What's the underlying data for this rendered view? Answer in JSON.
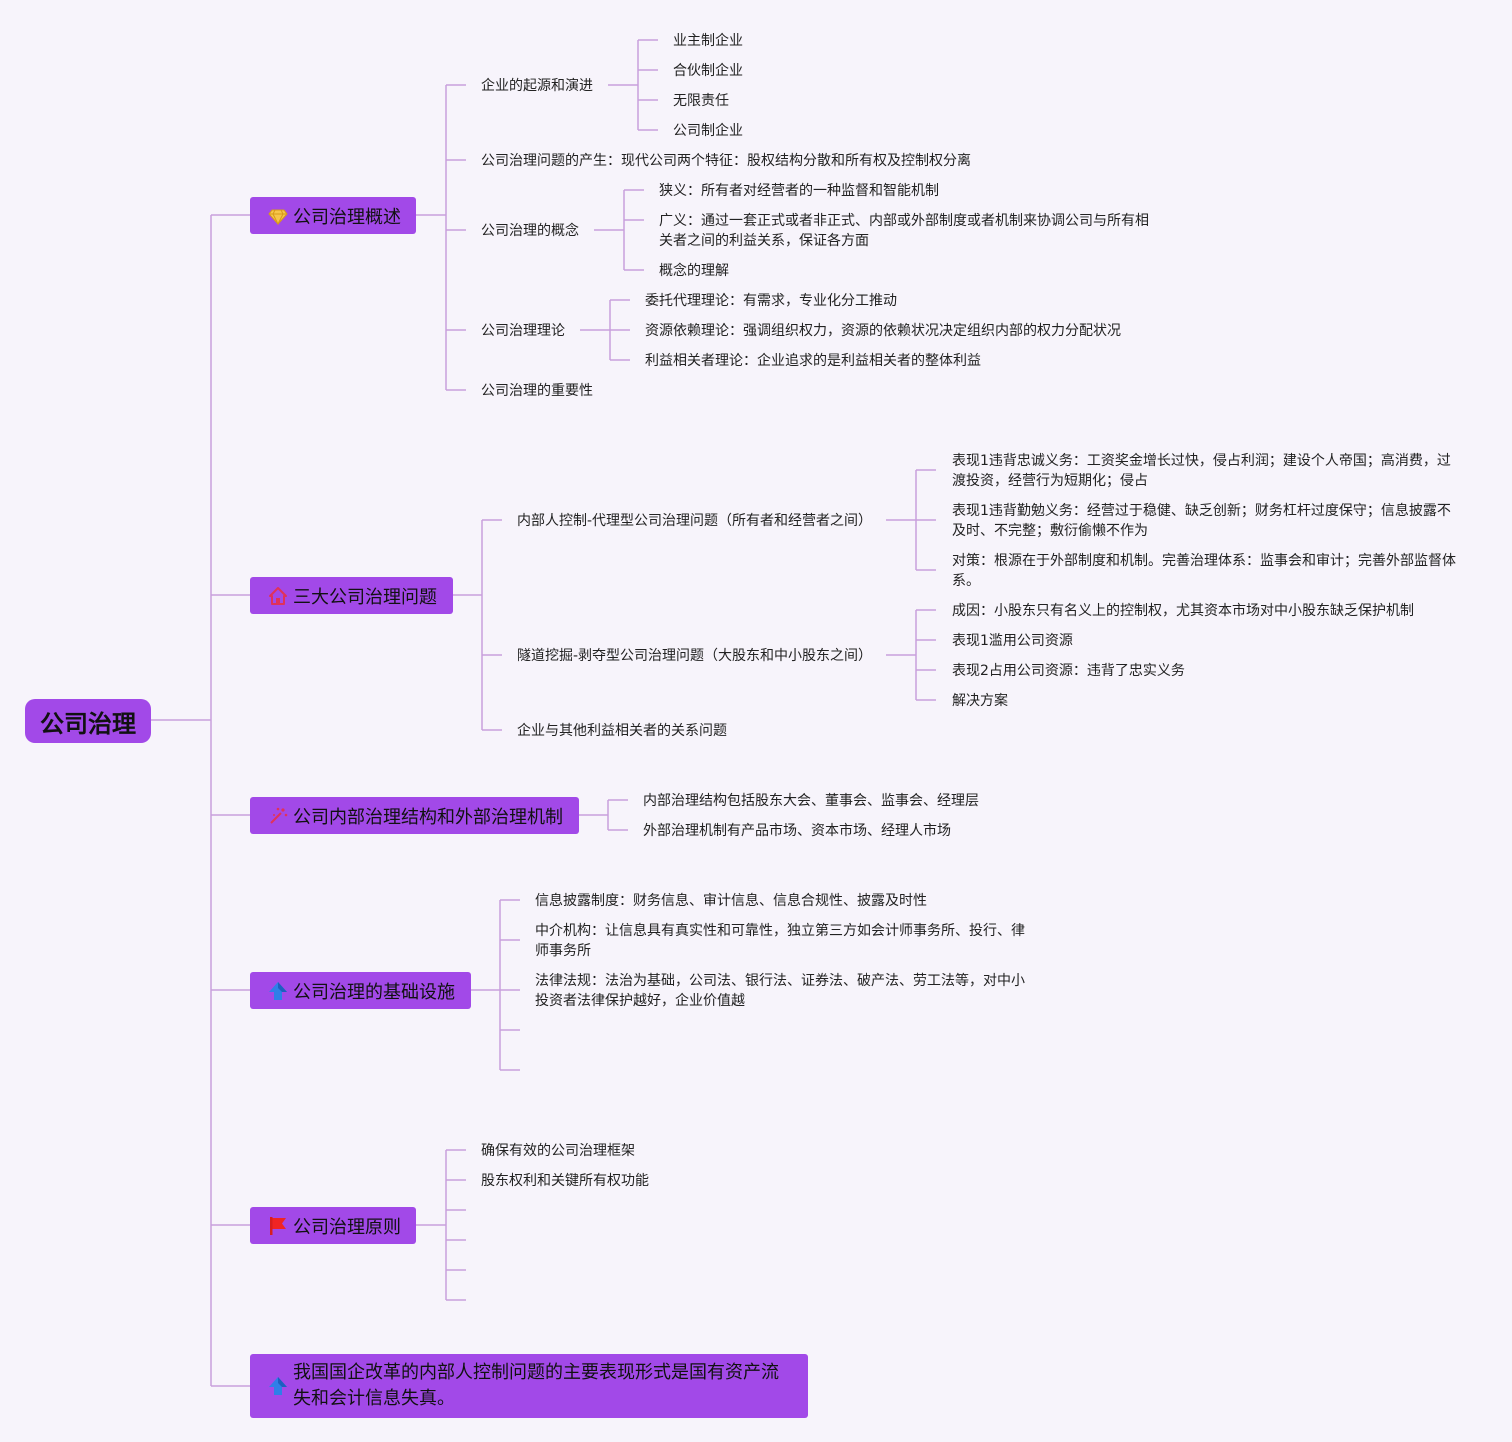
{
  "root": "公司治理",
  "branches": [
    {
      "label": "公司治理概述",
      "icon": "diamond-icon",
      "children": [
        {
          "label": "企业的起源和演进",
          "children": [
            "业主制企业",
            "合伙制企业",
            "无限责任",
            "公司制企业"
          ]
        },
        {
          "label": "公司治理问题的产生：现代公司两个特征：股权结构分散和所有权及控制权分离"
        },
        {
          "label": "公司治理的概念",
          "children": [
            "狭义：所有者对经营者的一种监督和智能机制",
            "广义：通过一套正式或者非正式、内部或外部制度或者机制来协调公司与所有相关者之间的利益关系，保证各方面",
            "概念的理解"
          ]
        },
        {
          "label": "公司治理理论",
          "children": [
            "委托代理理论：有需求，专业化分工推动",
            "资源依赖理论：强调组织权力，资源的依赖状况决定组织内部的权力分配状况",
            "利益相关者理论：企业追求的是利益相关者的整体利益"
          ]
        },
        {
          "label": "公司治理的重要性"
        }
      ]
    },
    {
      "label": "三大公司治理问题",
      "icon": "house-icon",
      "children": [
        {
          "label": "内部人控制-代理型公司治理问题（所有者和经营者之间）",
          "children": [
            "表现1违背忠诚义务：工资奖金增长过快，侵占利润；建设个人帝国；高消费，过渡投资，经营行为短期化；侵占",
            "表现1违背勤勉义务：经营过于稳健、缺乏创新；财务杠杆过度保守；信息披露不及时、不完整；敷衍偷懒不作为",
            "对策：根源在于外部制度和机制。完善治理体系：监事会和审计；完善外部监督体系。"
          ]
        },
        {
          "label": "隧道挖掘-剥夺型公司治理问题（大股东和中小股东之间）",
          "children": [
            "成因：小股东只有名义上的控制权，尤其资本市场对中小股东缺乏保护机制",
            "表现1滥用公司资源",
            "表现2占用公司资源：违背了忠实义务",
            "解决方案"
          ]
        },
        {
          "label": "企业与其他利益相关者的关系问题"
        }
      ]
    },
    {
      "label": "公司内部治理结构和外部治理机制",
      "icon": "sparkle-icon",
      "children": [
        {
          "label": "内部治理结构包括股东大会、董事会、监事会、经理层"
        },
        {
          "label": "外部治理机制有产品市场、资本市场、经理人市场"
        }
      ]
    },
    {
      "label": "公司治理的基础设施",
      "icon": "arrow-up-icon",
      "children": [
        {
          "label": "信息披露制度：财务信息、审计信息、信息合规性、披露及时性"
        },
        {
          "label": "中介机构：让信息具有真实性和可靠性，独立第三方如会计师事务所、投行、律师事务所"
        },
        {
          "label": "法律法规：法治为基础，公司法、银行法、证券法、破产法、劳工法等，对中小投资者法律保护越好，企业价值越"
        },
        {
          "label": ""
        },
        {
          "label": ""
        }
      ]
    },
    {
      "label": "公司治理原则",
      "icon": "flag-icon",
      "children": [
        {
          "label": "确保有效的公司治理框架"
        },
        {
          "label": "股东权利和关键所有权功能"
        },
        {
          "label": ""
        },
        {
          "label": ""
        },
        {
          "label": ""
        }
      ]
    },
    {
      "label": "我国国企改革的内部人控制问题的主要表现形式是国有资产流失和会计信息失真。",
      "icon": "arrow-up-icon"
    }
  ],
  "colors": {
    "node": "#a249e8",
    "line": "#c8a0dc",
    "background": "#f7f4fb"
  }
}
